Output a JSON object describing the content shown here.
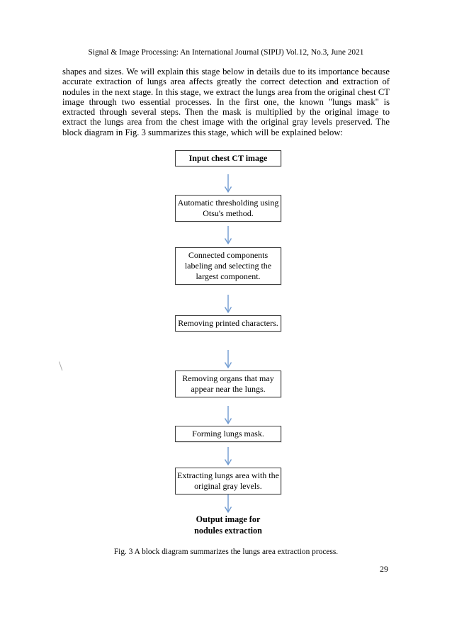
{
  "header": {
    "journal_line": "Signal & Image Processing: An International Journal (SIPIJ) Vol.12, No.3, June 2021"
  },
  "body": {
    "paragraph": "shapes and sizes. We will explain this stage below in details due to its importance because accurate extraction of lungs area affects greatly the correct detection and extraction of nodules in the next stage. In this stage, we extract the lungs area from the original chest CT image through two essential processes. In the first one, the known \"lungs mask\" is extracted through several steps. Then the mask is multiplied by the original image to extract the lungs area from the chest image with the original gray levels preserved. The block diagram in Fig. 3 summarizes this stage, which will be explained below:",
    "stray_mark": "\\"
  },
  "flowchart": {
    "arrow_color": "#6f9ad0",
    "box_border_color": "#3f3f3f",
    "nodes": [
      {
        "label": "Input chest CT image"
      },
      {
        "label": "Automatic thresholding using Otsu's method."
      },
      {
        "label": "Connected components labeling and selecting the largest component."
      },
      {
        "label": "Removing printed characters."
      },
      {
        "label": "Removing organs that may appear near the lungs."
      },
      {
        "label": "Forming lungs mask."
      },
      {
        "label": "Extracting lungs area with the original gray levels."
      },
      {
        "label": "Output image for nodules extraction"
      }
    ]
  },
  "figure": {
    "caption": "Fig. 3 A block diagram summarizes the lungs area extraction process."
  },
  "footer": {
    "page_number": "29"
  }
}
